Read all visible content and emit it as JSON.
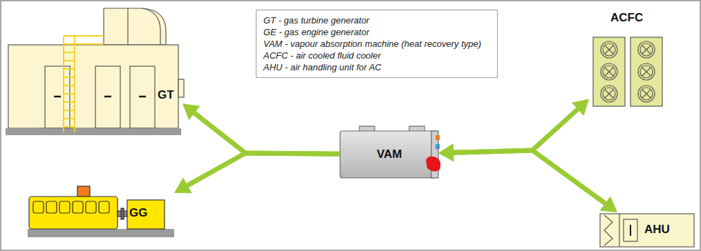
{
  "diagram": {
    "nodes": [
      {
        "text": [
          "GT"
        ]
      },
      {
        "text": [
          "GT - gas turbine generator",
          "GE - gas engine generator",
          "VAM - vapour absorption machine (heat recovery type)",
          "ACFC - air cooled fluid cooler",
          "AHU - air handling unit for AC"
        ]
      },
      {
        "text": [
          "ACFC"
        ]
      },
      {
        "text": [
          "VAM"
        ]
      },
      {
        "text": [
          "GG"
        ]
      },
      {
        "text": [
          "AHU"
        ]
      }
    ],
    "edges": [
      {
        "from": 3,
        "to": 0,
        "arrow": "to"
      },
      {
        "from": 3,
        "to": 4,
        "arrow": "to"
      },
      {
        "from": 3,
        "to": 2,
        "arrow": "both"
      },
      {
        "from": 3,
        "to": 5,
        "arrow": "both"
      }
    ]
  }
}
